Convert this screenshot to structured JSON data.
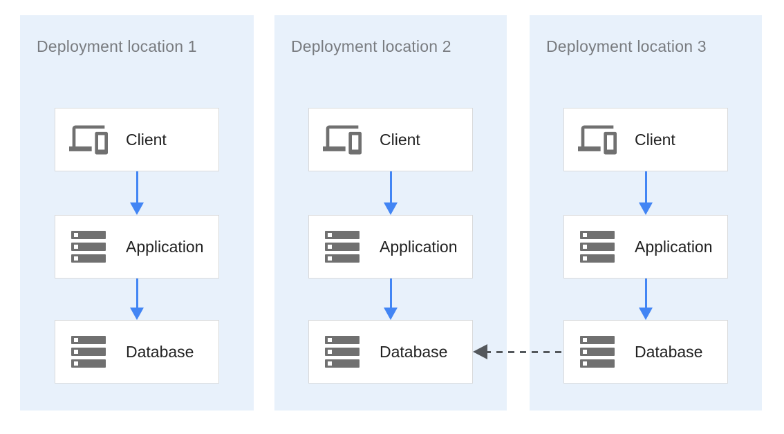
{
  "colors": {
    "panel_bg": "#e8f1fb",
    "panel_title": "#797c80",
    "node_bg": "#ffffff",
    "node_border": "#d9dadb",
    "node_label": "#212121",
    "icon_gray": "#707070",
    "flow_arrow_blue": "#4285f4",
    "replication_arrow_gray": "#54585c",
    "page_bg": "#ffffff"
  },
  "panels": [
    {
      "title": "Deployment location 1",
      "nodes": [
        {
          "label": "Client",
          "icon": "devices-icon"
        },
        {
          "label": "Application",
          "icon": "server-stack-icon"
        },
        {
          "label": "Database",
          "icon": "server-stack-icon"
        }
      ]
    },
    {
      "title": "Deployment location 2",
      "nodes": [
        {
          "label": "Client",
          "icon": "devices-icon"
        },
        {
          "label": "Application",
          "icon": "server-stack-icon"
        },
        {
          "label": "Database",
          "icon": "server-stack-icon"
        }
      ]
    },
    {
      "title": "Deployment location 3",
      "nodes": [
        {
          "label": "Client",
          "icon": "devices-icon"
        },
        {
          "label": "Application",
          "icon": "server-stack-icon"
        },
        {
          "label": "Database",
          "icon": "server-stack-icon"
        }
      ]
    }
  ],
  "arrows": {
    "vertical_flow": [
      {
        "panel": "Deployment location 1",
        "from": "Client",
        "to": "Application",
        "style": "solid-blue-down"
      },
      {
        "panel": "Deployment location 1",
        "from": "Application",
        "to": "Database",
        "style": "solid-blue-down"
      },
      {
        "panel": "Deployment location 2",
        "from": "Client",
        "to": "Application",
        "style": "solid-blue-down"
      },
      {
        "panel": "Deployment location 2",
        "from": "Application",
        "to": "Database",
        "style": "solid-blue-down"
      },
      {
        "panel": "Deployment location 3",
        "from": "Client",
        "to": "Application",
        "style": "solid-blue-down"
      },
      {
        "panel": "Deployment location 3",
        "from": "Application",
        "to": "Database",
        "style": "solid-blue-down"
      }
    ],
    "cross_panel": {
      "from": "Database (Deployment location 3)",
      "to": "Database (Deployment location 2)",
      "style": "dashed-gray",
      "direction": "left"
    }
  }
}
